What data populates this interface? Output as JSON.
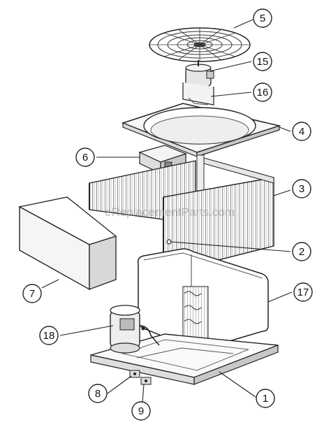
{
  "watermark": "eReplacementParts.com",
  "callouts": [
    {
      "id": "part-5",
      "label": "5"
    },
    {
      "id": "part-15",
      "label": "15"
    },
    {
      "id": "part-16",
      "label": "16"
    },
    {
      "id": "part-4",
      "label": "4"
    },
    {
      "id": "part-6",
      "label": "6"
    },
    {
      "id": "part-3",
      "label": "3"
    },
    {
      "id": "part-2",
      "label": "2"
    },
    {
      "id": "part-7",
      "label": "7"
    },
    {
      "id": "part-17",
      "label": "17"
    },
    {
      "id": "part-18",
      "label": "18"
    },
    {
      "id": "part-8",
      "label": "8"
    },
    {
      "id": "part-9",
      "label": "9"
    },
    {
      "id": "part-1",
      "label": "1"
    }
  ]
}
